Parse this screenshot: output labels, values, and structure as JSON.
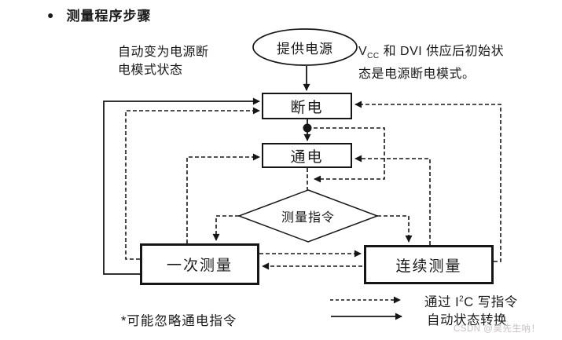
{
  "title": {
    "bullet": "●",
    "text": "测量程序步骤"
  },
  "annotations": {
    "left_line1": "自动变为电源断",
    "left_line2": "电模式状态",
    "right_v": "V",
    "right_v_sub": "CC",
    "right_line1_rest": " 和 DVI 供应后初始状",
    "right_line2": "态是电源断电模式。",
    "footnote": "*可能忽略通电指令"
  },
  "nodes": {
    "start": "提供电源",
    "power_off": "断电",
    "power_on": "通电",
    "decision": "测量指令",
    "single_measurement": "一次测量",
    "continuous_measurement": "连续测量"
  },
  "legend": {
    "dashed_label_prefix": "通过 I",
    "dashed_label_sup": "2",
    "dashed_label_suffix": "C 写指令",
    "solid_label": "自动状态转换"
  },
  "watermark": "CSDN @昊先生呐！",
  "colors": {
    "line": "#1a1a1a",
    "background": "#ffffff",
    "watermark": "#c9c2c2"
  }
}
